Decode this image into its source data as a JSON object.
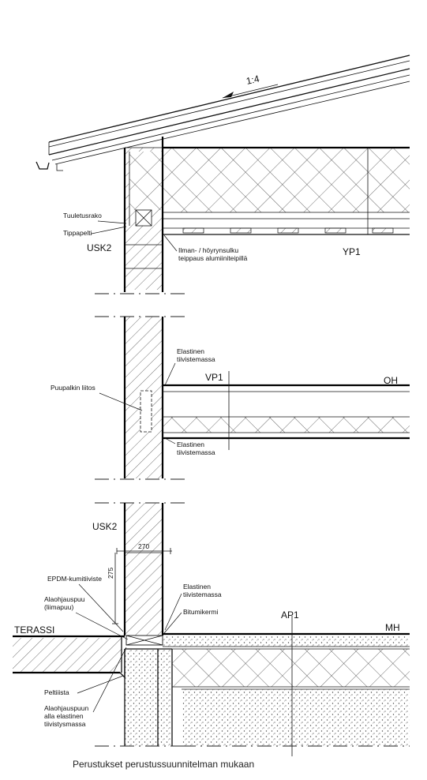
{
  "slope": "1:4",
  "labels": {
    "tuuletusrako": "Tuuletusrako",
    "tippapelti": "Tippapelti",
    "usk2_top": "USK2",
    "ilmansulku_1": "Ilman- / höyrynsulku",
    "ilmansulku_2": "teippaus alumiiniteipillä",
    "yp1": "YP1",
    "elastinen_a1": "Elastinen",
    "elastinen_a2": "tiivistemassa",
    "vp1": "VP1",
    "oh": "OH",
    "puupalkin": "Puupalkin liitos",
    "elastinen_b1": "Elastinen",
    "elastinen_b2": "tiivistemassa",
    "usk2_bottom": "USK2",
    "dim_270": "270",
    "dim_275": "275",
    "epdm": "EPDM-kumitiiviste",
    "alaohjauspuu_1": "Alaohjauspuu",
    "alaohjauspuu_2": "(liimapuu)",
    "elastinen_c1": "Elastinen",
    "elastinen_c2": "tiivistemassa",
    "bitumikermi": "Bitumikermi",
    "ap1": "AP1",
    "terassi": "TERASSI",
    "mh": "MH",
    "peltiiista": "Peltiiista",
    "alaohj2_1": "Alaohjauspuun",
    "alaohj2_2": "alla elastinen",
    "alaohj2_3": "tiivistysmassa"
  },
  "caption": "Perustukset perustussuunnitelman mukaan"
}
